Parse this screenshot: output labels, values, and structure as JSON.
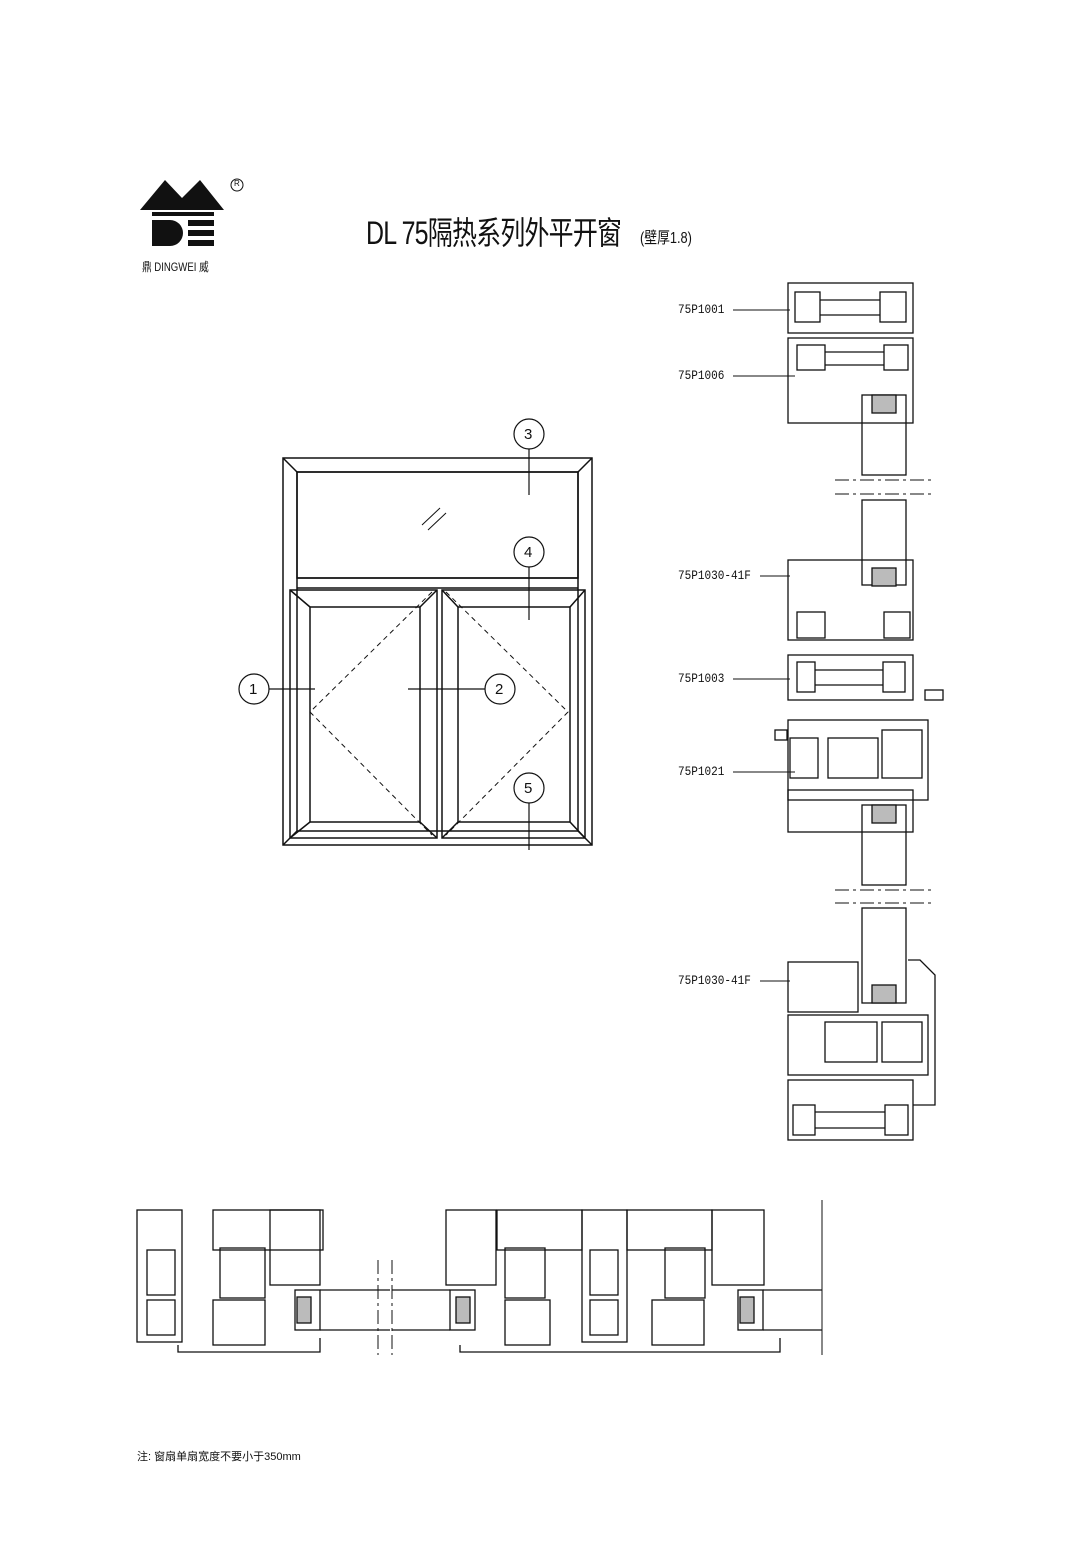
{
  "header": {
    "brand": "鼎 DINGWEI 威",
    "registered": "R",
    "title": "DL 75隔热系列外平开窗",
    "subtitle": "(壁厚1.8)"
  },
  "callouts": [
    "1",
    "2",
    "3",
    "4",
    "5"
  ],
  "profiles": [
    {
      "code": "75P1001"
    },
    {
      "code": "75P1006"
    },
    {
      "code": "75P1030-41F"
    },
    {
      "code": "75P1003"
    },
    {
      "code": "75P1021"
    },
    {
      "code": "75P1030-41F"
    }
  ],
  "note": "注: 窗扇单扇宽度不要小于350mm"
}
